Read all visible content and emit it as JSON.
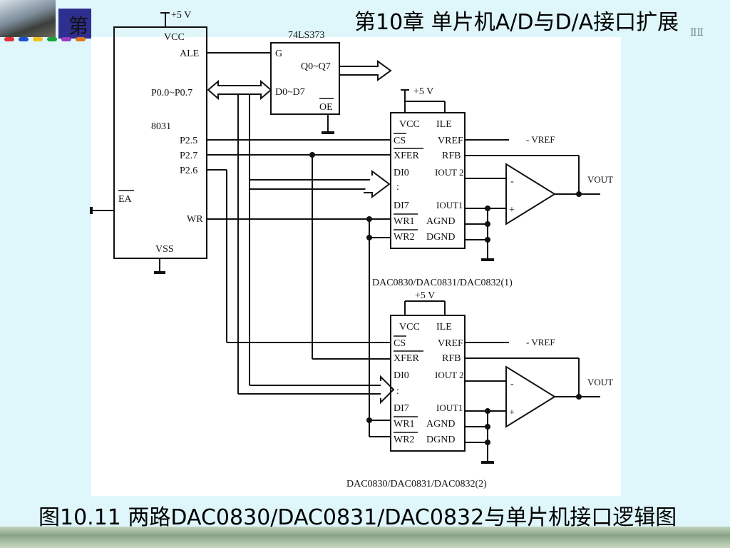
{
  "header": {
    "chapter_badge": "第",
    "chapter_title": "第10章  单片机A/D与D/A接口扩展",
    "corner_text": "ⅡⅡ",
    "dot_colors": [
      "#e0303a",
      "#1d4fd0",
      "#f0c020",
      "#19a33c",
      "#9a3cc4",
      "#e07820"
    ]
  },
  "caption": "图10.11  两路DAC0830/DAC0831/DAC0832与单片机接口逻辑图",
  "mcu": {
    "name": "8031",
    "vcc_supply": "+5 V",
    "pins": {
      "vcc": "VCC",
      "ale": "ALE",
      "p0": "P0.0~P0.7",
      "p25": "P2.5",
      "p27": "P2.7",
      "p26": "P2.6",
      "ea": "EA",
      "wr": "WR",
      "vss": "VSS"
    }
  },
  "latch": {
    "name": "74LS373",
    "pins": {
      "g": "G",
      "q": "Q0~Q7",
      "d": "D0~D7",
      "oe": "OE"
    }
  },
  "dac1": {
    "vcc_supply": "+5 V",
    "label": "DAC0830/DAC0831/DAC0832(1)",
    "pins": {
      "vcc": "VCC",
      "ile": "ILE",
      "cs": "CS",
      "vref": "VREF",
      "xfer": "XFER",
      "rfb": "RFB",
      "di0": "DI0",
      "iout2": "IOUT 2",
      "di7": "DI7",
      "iout1": "IOUT1",
      "wr1": "WR1",
      "agnd": "AGND",
      "wr2": "WR2",
      "dgnd": "DGND"
    },
    "vref_in": "- VREF",
    "vout": "VOUT"
  },
  "dac2": {
    "vcc_supply": "+5 V",
    "label": "DAC0830/DAC0831/DAC0832(2)",
    "pins": {
      "vcc": "VCC",
      "ile": "ILE",
      "cs": "CS",
      "vref": "VREF",
      "xfer": "XFER",
      "rfb": "RFB",
      "di0": "DI0",
      "iout2": "IOUT 2",
      "di7": "DI7",
      "iout1": "IOUT1",
      "wr1": "WR1",
      "agnd": "AGND",
      "wr2": "WR2",
      "dgnd": "DGND"
    },
    "vref_in": "- VREF",
    "vout": "VOUT"
  },
  "opamp": {
    "minus": "-",
    "plus": "+"
  },
  "bus_dots": ":"
}
